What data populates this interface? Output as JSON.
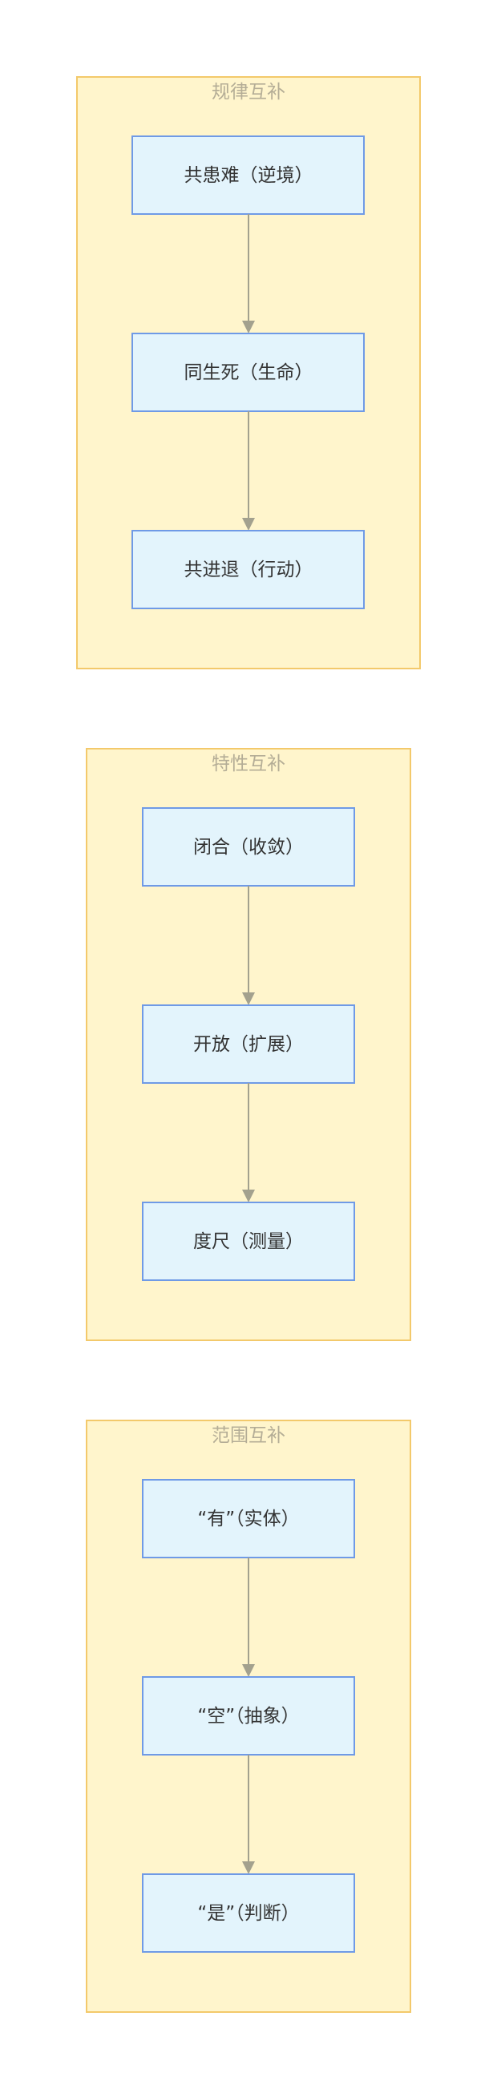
{
  "groups": [
    {
      "title": "规律互补",
      "nodes": [
        {
          "label": "共患难（逆境）"
        },
        {
          "label": "同生死（生命）"
        },
        {
          "label": "共进退（行动）"
        }
      ]
    },
    {
      "title": "特性互补",
      "nodes": [
        {
          "label": "闭合（收敛）"
        },
        {
          "label": "开放（扩展）"
        },
        {
          "label": "度尺（测量）"
        }
      ]
    },
    {
      "title": "范围互补",
      "nodes": [
        {
          "label": "“有”（实体）"
        },
        {
          "label": "“空”（抽象）"
        },
        {
          "label": "“是”（判断）"
        }
      ]
    }
  ],
  "colors": {
    "group_fill": "#fff5cc",
    "group_border": "#f3c96b",
    "node_fill": "#e3f4fc",
    "node_border": "#6f9ae6",
    "edge": "#a3a18e"
  }
}
